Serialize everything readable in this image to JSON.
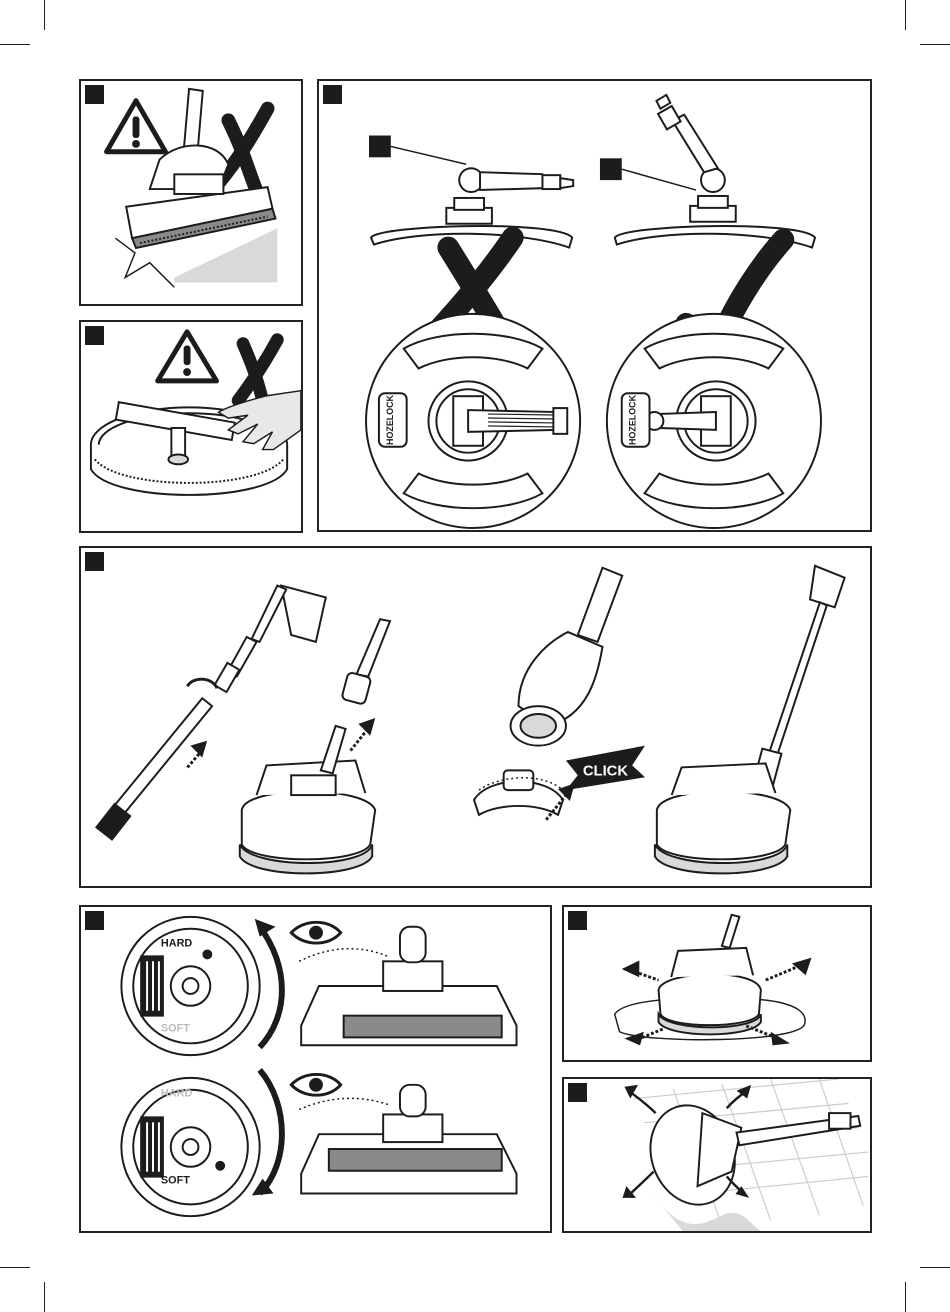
{
  "labels": {
    "click": "CLICK",
    "hard": "HARD",
    "soft": "SOFT",
    "brand": "HOZELOCK",
    "dial_hard": "HARD",
    "dial_soft": "SOFT"
  },
  "colors": {
    "ink": "#1c1c1c",
    "panel_border": "#222222",
    "grey_fill": "#8a8a8a",
    "light_grey": "#d9d9d9",
    "skin": "#e8e8e8"
  },
  "icons": [
    "warning-icon",
    "cross-icon",
    "check-icon",
    "eye-icon",
    "arrow-icon"
  ]
}
